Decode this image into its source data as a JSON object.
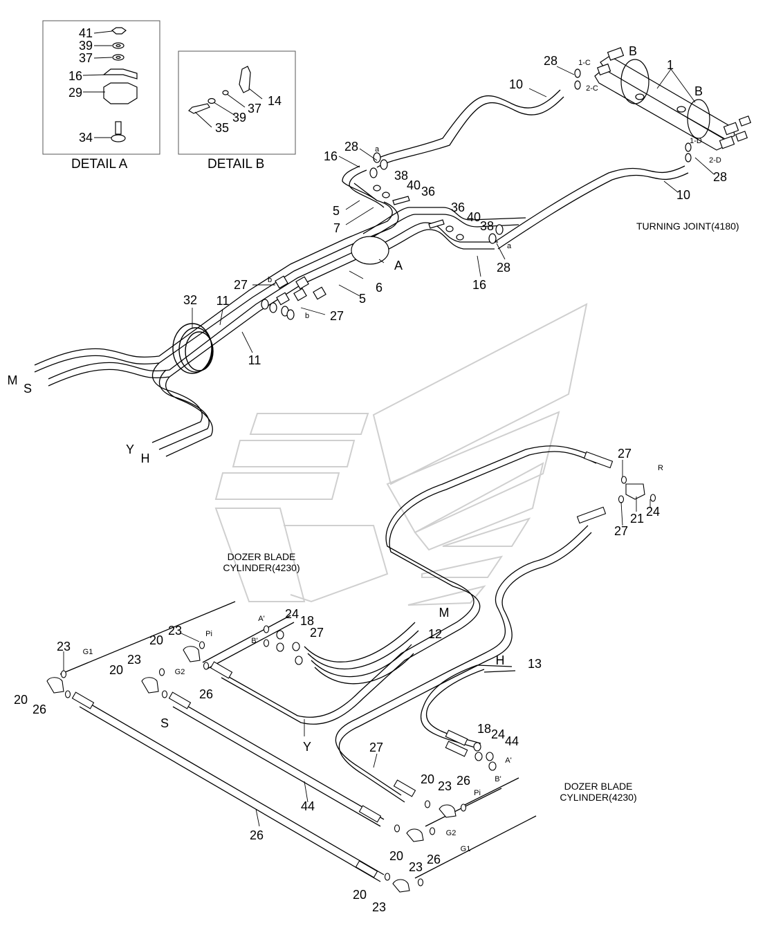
{
  "details": [
    {
      "caption": "DETAIL A",
      "parts": [
        "41",
        "39",
        "37",
        "16",
        "29",
        "34"
      ]
    },
    {
      "caption": "DETAIL B",
      "parts": [
        "14",
        "37",
        "39",
        "35"
      ]
    }
  ],
  "notes": {
    "turning_joint": "TURNING JOINT(4180)",
    "dozer_blade_left": [
      "DOZER BLADE",
      "CYLINDER(4230)"
    ],
    "dozer_blade_right": [
      "DOZER BLADE",
      "CYLINDER(4230)"
    ]
  },
  "callouts_large": [
    "41",
    "39",
    "37",
    "16",
    "29",
    "34",
    "35",
    "39",
    "37",
    "14",
    "28",
    "10",
    "1",
    "B",
    "B",
    "28",
    "10",
    "16",
    "28",
    "38",
    "40",
    "36",
    "5",
    "7",
    "36",
    "40",
    "38",
    "28",
    "16",
    "A",
    "6",
    "5",
    "27",
    "27",
    "32",
    "11",
    "11",
    "M",
    "S",
    "Y",
    "H",
    "27",
    "21",
    "24",
    "27",
    "24",
    "18",
    "27",
    "23",
    "20",
    "23",
    "20",
    "26",
    "23",
    "20",
    "26",
    "S",
    "M",
    "12",
    "Y",
    "H",
    "13",
    "27",
    "18",
    "24",
    "44",
    "44",
    "26",
    "20",
    "23",
    "26",
    "20",
    "23",
    "26",
    "20",
    "23"
  ],
  "callouts_small": [
    "1-C",
    "2-C",
    "1-D",
    "2-D",
    "a",
    "a",
    "b",
    "b",
    "R",
    "Pi",
    "G2",
    "G1",
    "A'",
    "B'",
    "A'",
    "B'",
    "Pi",
    "G2",
    "G1"
  ]
}
